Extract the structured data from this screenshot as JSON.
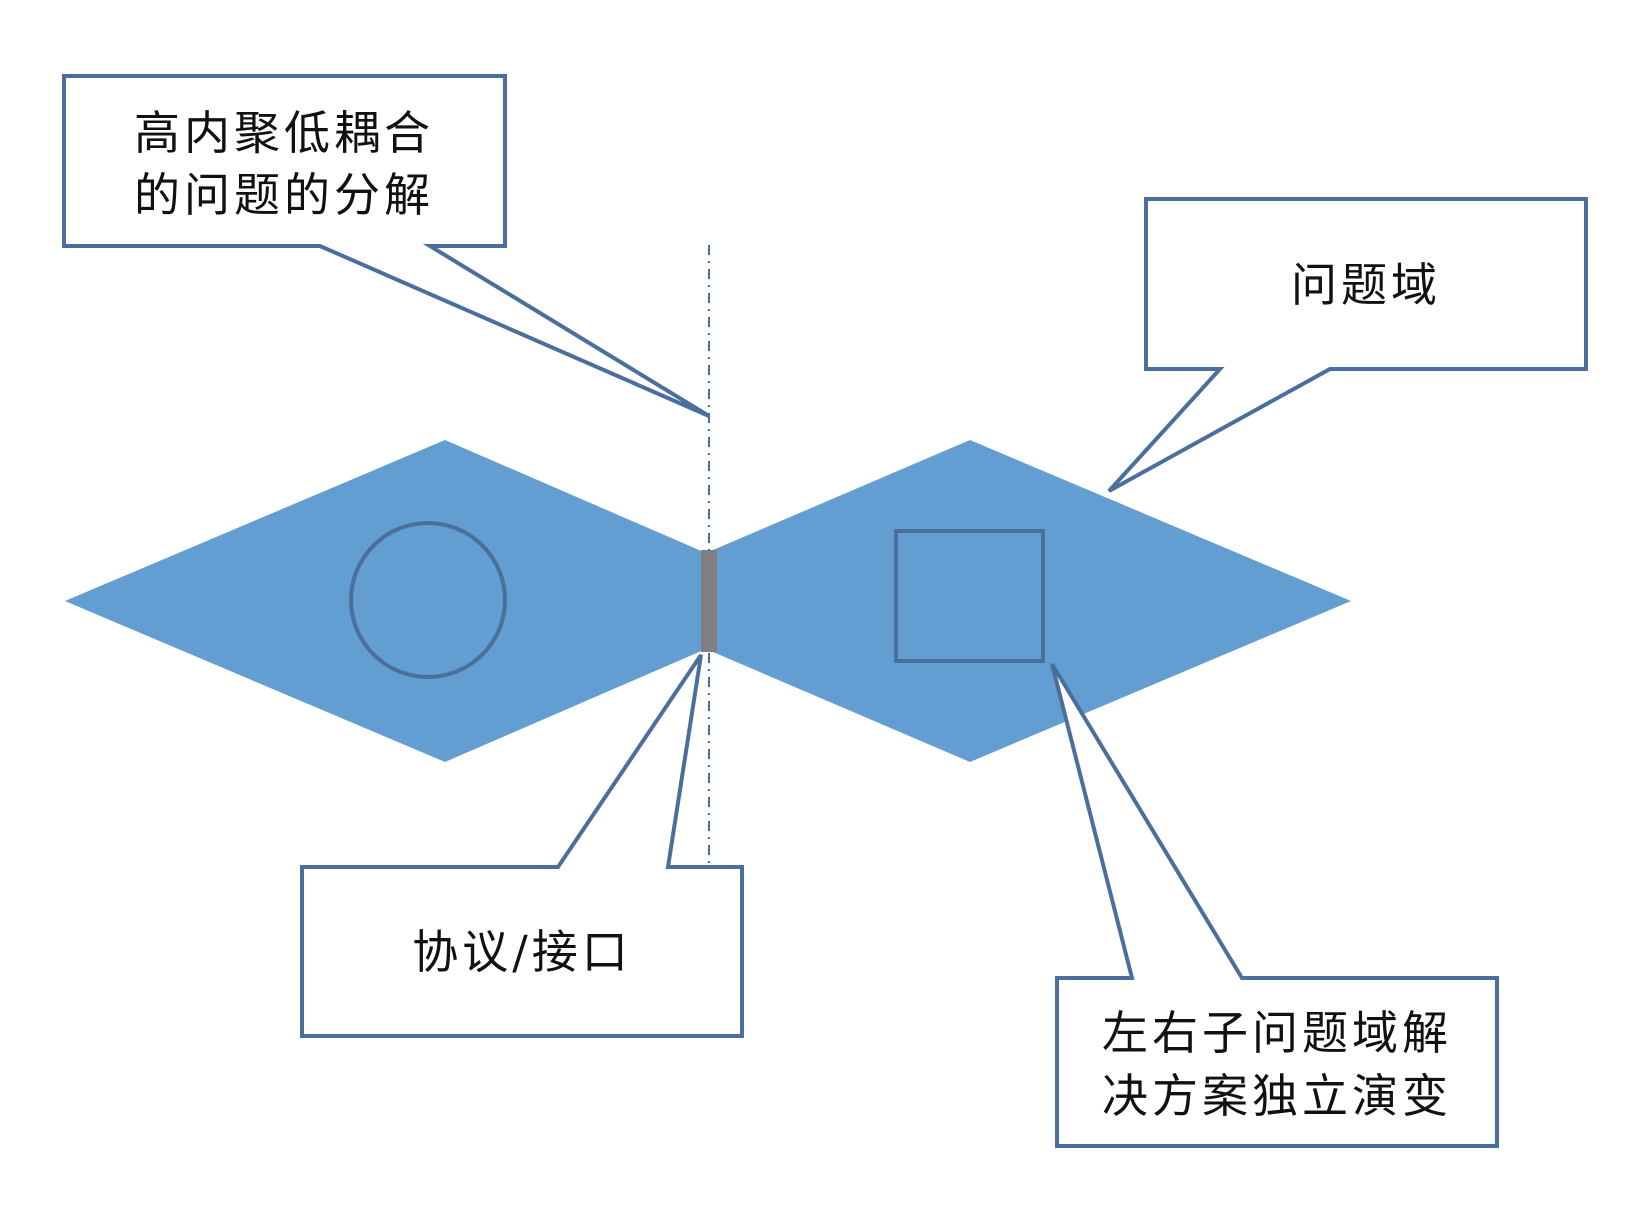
{
  "colors": {
    "shape_fill": "#639ED2",
    "outline": "#4A6F9C",
    "connector": "#7F7F7F",
    "callout_fill": "#FFFFFF",
    "text": "#111111"
  },
  "callouts": {
    "decomposition": {
      "line1": "高内聚低耦合",
      "line2": "的问题的分解"
    },
    "domain": {
      "line1": "问题域"
    },
    "interface": {
      "line1": "协议/接口"
    },
    "evolution": {
      "line1": "左右子问题域解",
      "line2": "决方案独立演变"
    }
  },
  "shapes": {
    "left_domain_marker": "circle",
    "right_domain_marker": "square"
  }
}
